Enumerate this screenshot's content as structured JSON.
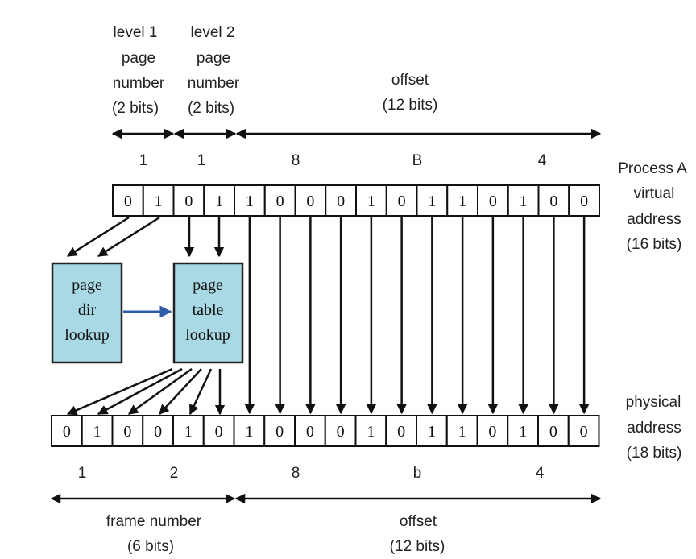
{
  "top_labels": {
    "level1": [
      "level 1",
      "page",
      "number",
      "(2 bits)"
    ],
    "level2": [
      "level 2",
      "page",
      "number",
      "(2 bits)"
    ],
    "offset": [
      "offset",
      "(12 bits)"
    ]
  },
  "virtual_hex": [
    "1",
    "1",
    "8",
    "B",
    "4"
  ],
  "virtual_bits": [
    "0",
    "1",
    "0",
    "1",
    "1",
    "0",
    "0",
    "0",
    "1",
    "0",
    "1",
    "1",
    "0",
    "1",
    "0",
    "0"
  ],
  "virtual_label": [
    "Process A",
    "virtual",
    "address",
    "(16 bits)"
  ],
  "lookup_boxes": {
    "page_dir": [
      "page",
      "dir",
      "lookup"
    ],
    "page_table": [
      "page",
      "table",
      "lookup"
    ],
    "fill_color": "#a9d9e4"
  },
  "physical_bits": [
    "0",
    "1",
    "0",
    "0",
    "1",
    "0",
    "1",
    "0",
    "0",
    "0",
    "1",
    "0",
    "1",
    "1",
    "0",
    "1",
    "0",
    "0"
  ],
  "physical_label": [
    "physical",
    "address",
    "(18 bits)"
  ],
  "physical_hex": [
    "1",
    "2",
    "8",
    "b",
    "4"
  ],
  "bottom_labels": {
    "frame_number": [
      "frame number",
      "(6 bits)"
    ],
    "offset": [
      "offset",
      "(12 bits)"
    ]
  },
  "colors": {
    "arrow_blue": "#2f5ea8",
    "lookup_fill": "#a9d9e4"
  }
}
